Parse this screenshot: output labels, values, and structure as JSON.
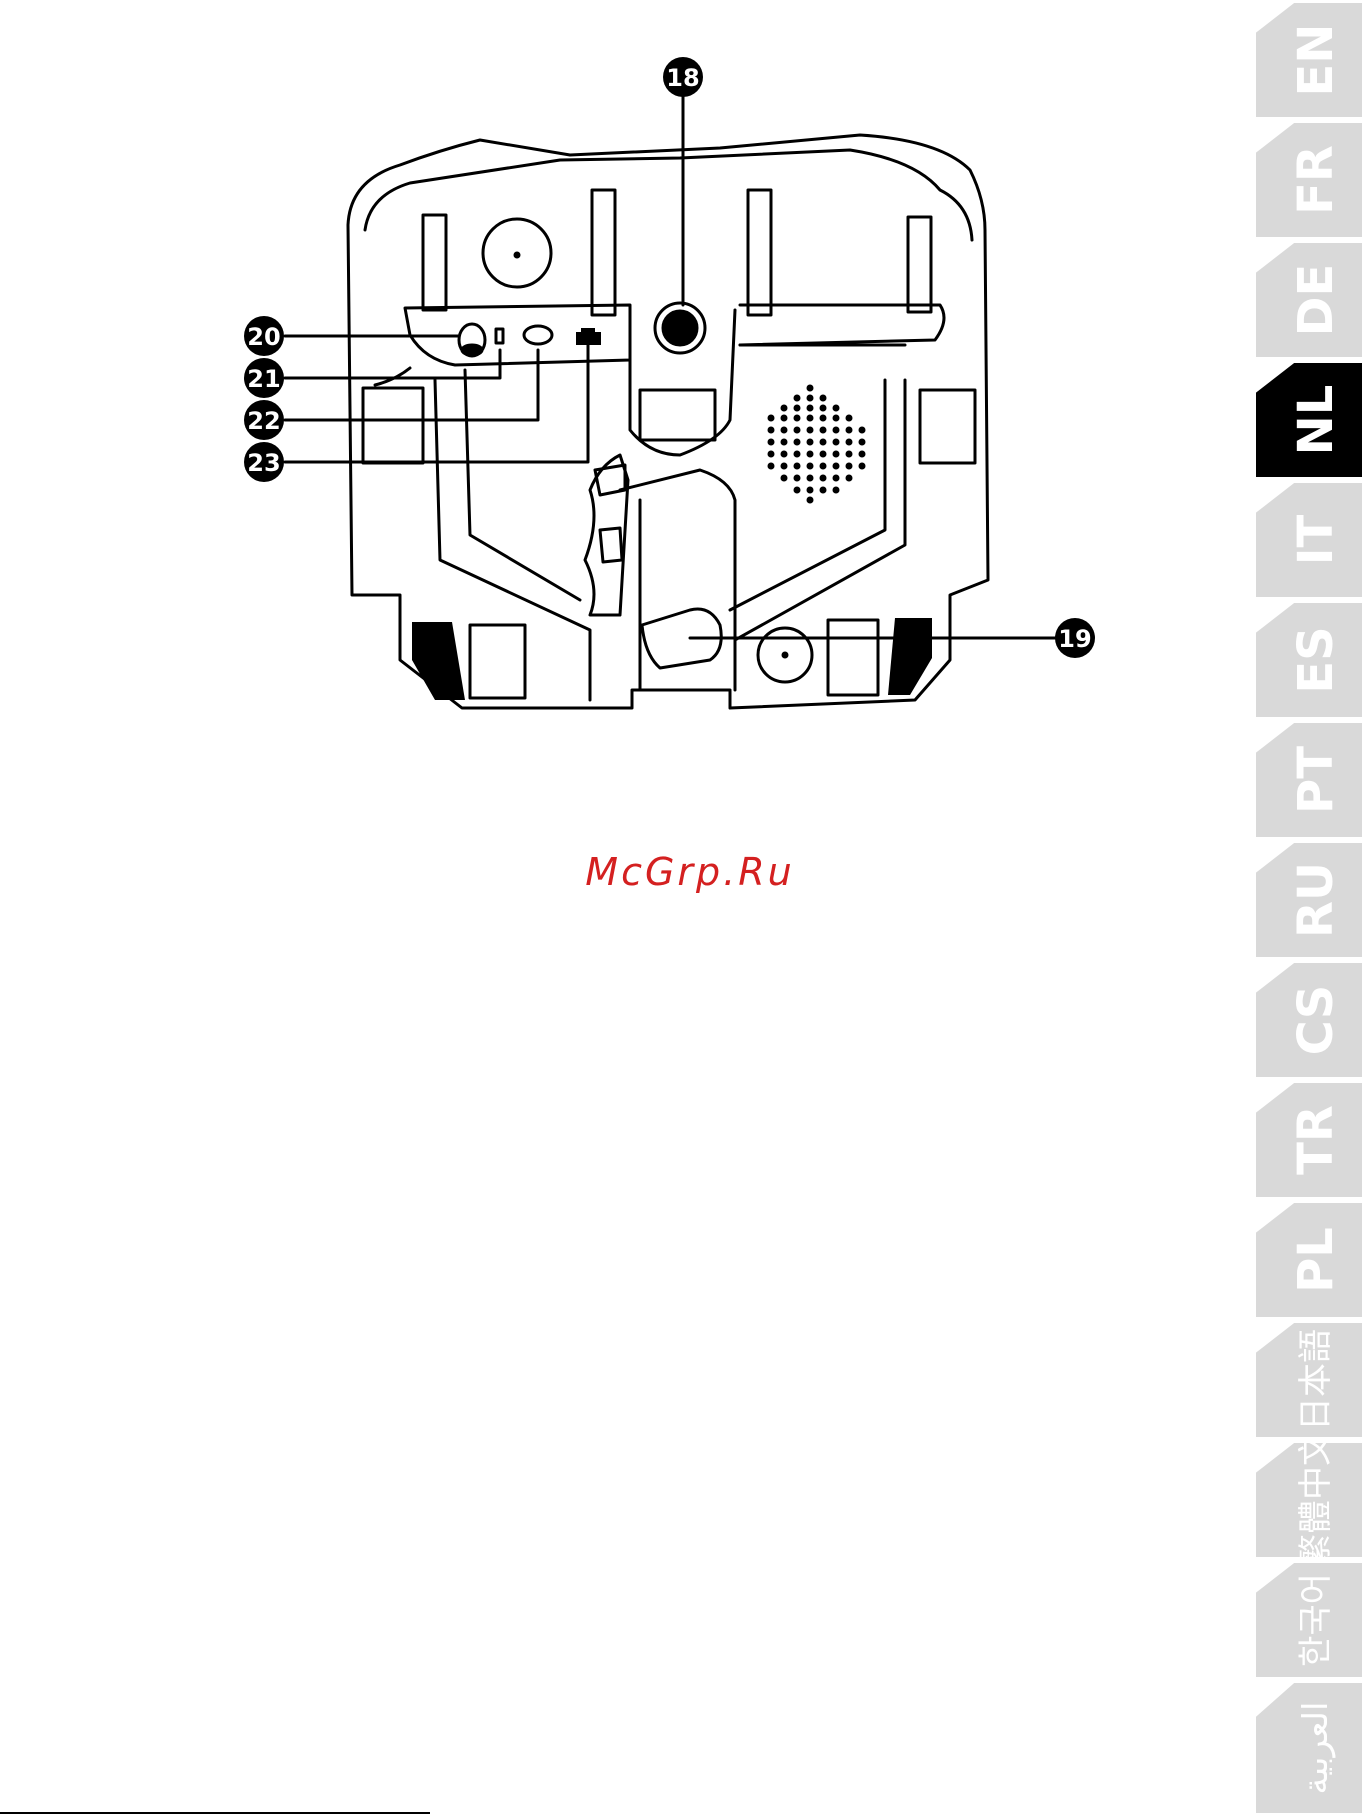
{
  "diagram": {
    "callouts": [
      "18",
      "19",
      "20",
      "21",
      "22",
      "23"
    ]
  },
  "watermark": "McGrp.Ru",
  "language_tabs": [
    {
      "label": "EN",
      "active": false
    },
    {
      "label": "FR",
      "active": false
    },
    {
      "label": "DE",
      "active": false
    },
    {
      "label": "NL",
      "active": true
    },
    {
      "label": "IT",
      "active": false
    },
    {
      "label": "ES",
      "active": false
    },
    {
      "label": "PT",
      "active": false
    },
    {
      "label": "RU",
      "active": false
    },
    {
      "label": "CS",
      "active": false
    },
    {
      "label": "TR",
      "active": false
    },
    {
      "label": "PL",
      "active": false
    },
    {
      "label": "日本語",
      "active": false
    },
    {
      "label": "繁體中文",
      "active": false
    },
    {
      "label": "한국어",
      "active": false
    },
    {
      "label": "العربية",
      "active": false
    }
  ],
  "colors": {
    "tab_inactive": "#d9d9d9",
    "tab_active": "#000000",
    "watermark": "#d42020"
  }
}
